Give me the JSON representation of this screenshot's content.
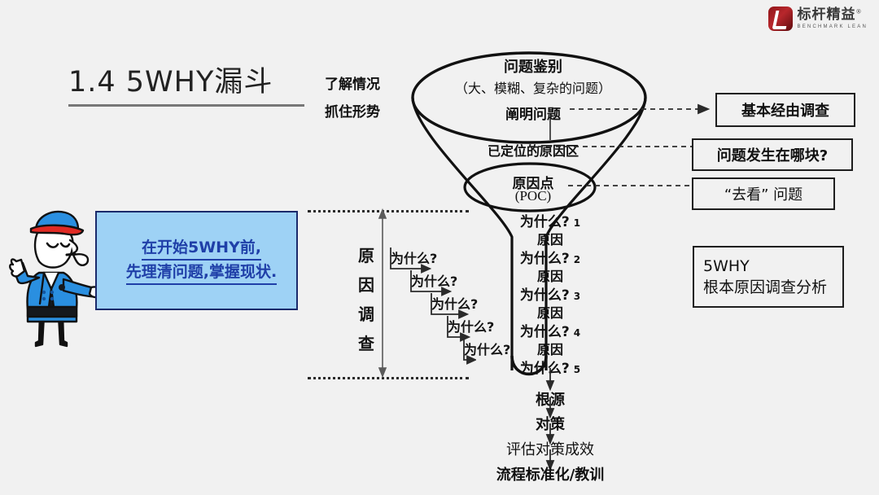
{
  "logo": {
    "cn": "标杆精益",
    "registered": "®",
    "en": "BENCHMARK LEAN"
  },
  "title": "1.4  5WHY漏斗",
  "blue_callout": {
    "line1": "在开始5WHY前,",
    "line2": "先理清问题,掌握现状."
  },
  "left_funnel_note": {
    "line1": "了解情况",
    "line2": "抓住形势"
  },
  "funnel": {
    "top_title": "问题鉴别",
    "top_sub": "（大、模糊、复杂的问题）",
    "clarify": "阐明问题",
    "cause_zone": "已定位的原因区",
    "poc_line1": "原因点",
    "poc_line2": "(POC)",
    "why_rows": [
      {
        "why": "为什么?",
        "num": "1",
        "cause": "原因"
      },
      {
        "why": "为什么?",
        "num": "2",
        "cause": "原因"
      },
      {
        "why": "为什么?",
        "num": "3",
        "cause": "原因"
      },
      {
        "why": "为什么?",
        "num": "4",
        "cause": "原因"
      },
      {
        "why": "为什么?",
        "num": "5",
        "cause": ""
      }
    ]
  },
  "bottom_chain": {
    "root": "根源",
    "counter": "对策",
    "evaluate": "评估对策成效",
    "standardize": "流程标准化/教训"
  },
  "cause_investigation": {
    "label_chars": [
      "原",
      "因",
      "调",
      "查"
    ],
    "stairs": [
      "为什么?",
      "为什么?",
      "为什么?",
      "为什么?",
      "为什么?"
    ]
  },
  "right_boxes": [
    {
      "text": "基本经由调查",
      "bold": true
    },
    {
      "text": "问题发生在哪块?",
      "bold": true
    },
    {
      "text": "“去看” 问题",
      "bold": false
    }
  ],
  "fivewhy_box": {
    "line1": "5WHY",
    "line2": "根本原因调查分析"
  },
  "colors": {
    "background": "#f1f1f1",
    "ink": "#1a1a1a",
    "callout_fill": "#9ed2f5",
    "callout_border": "#1b2a6b",
    "callout_text": "#1f3fa8",
    "brand_red": "#b8272c"
  }
}
